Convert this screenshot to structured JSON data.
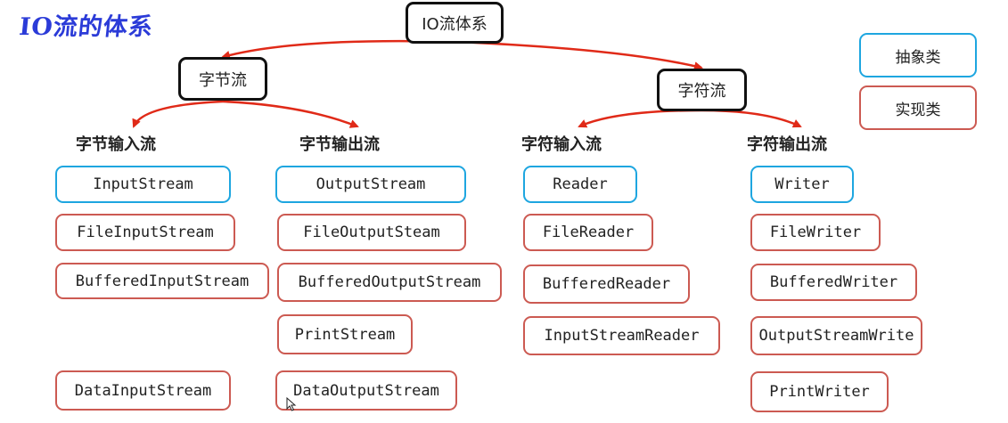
{
  "title": "IO流的体系",
  "root": "IO流体系",
  "branches": {
    "byte": "字节流",
    "char": "字符流"
  },
  "legend": {
    "abstract": "抽象类",
    "concrete": "实现类"
  },
  "colors": {
    "abstract_border": "#1ea6e0",
    "concrete_border": "#cc5a52",
    "arrow": "#e02a18",
    "title": "#2b3bd8"
  },
  "columns": [
    {
      "heading": "字节输入流",
      "abstract": "InputStream",
      "classes": [
        "FileInputStream",
        "BufferedInputStream",
        "DataInputStream"
      ]
    },
    {
      "heading": "字节输出流",
      "abstract": "OutputStream",
      "classes": [
        "FileOutputSteam",
        "BufferedOutputStream",
        "PrintStream",
        "DataOutputStream"
      ]
    },
    {
      "heading": "字符输入流",
      "abstract": "Reader",
      "classes": [
        "FileReader",
        "BufferedReader",
        "InputStreamReader"
      ]
    },
    {
      "heading": "字符输出流",
      "abstract": "Writer",
      "classes": [
        "FileWriter",
        "BufferedWriter",
        "OutputStreamWrite",
        "PrintWriter"
      ]
    }
  ]
}
